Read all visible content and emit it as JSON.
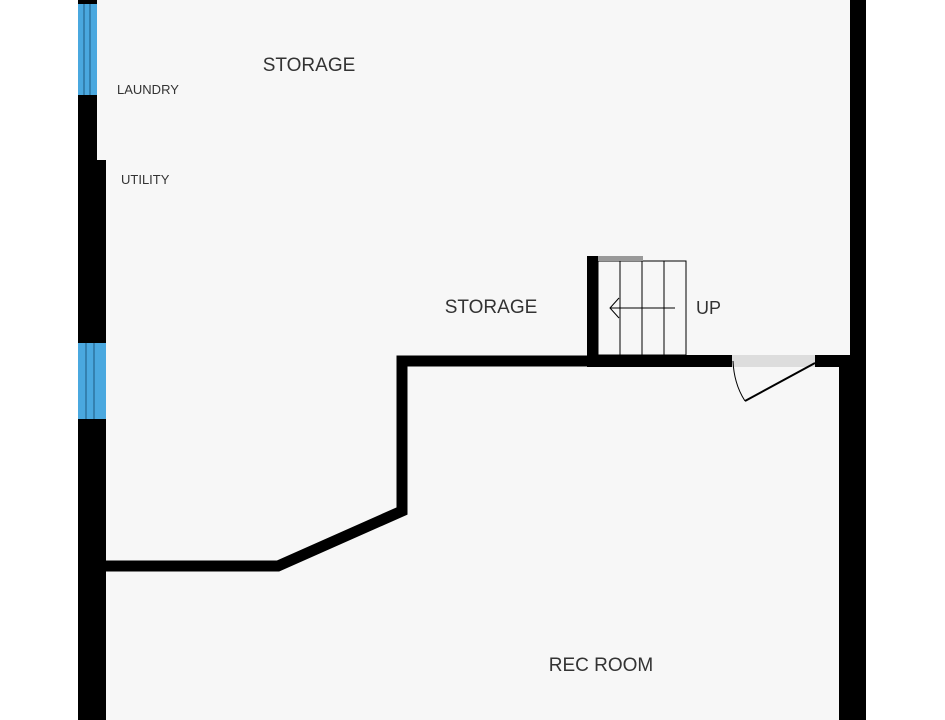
{
  "rooms": {
    "storage_top": "STORAGE",
    "laundry": "LAUNDRY",
    "utility": "UTILITY",
    "storage_mid": "STORAGE",
    "rec_room": "REC ROOM"
  },
  "stairs": {
    "direction_label": "UP"
  },
  "colors": {
    "wall": "#000000",
    "floor": "#f7f7f7",
    "window": "#4aa8df",
    "background": "#ffffff"
  }
}
